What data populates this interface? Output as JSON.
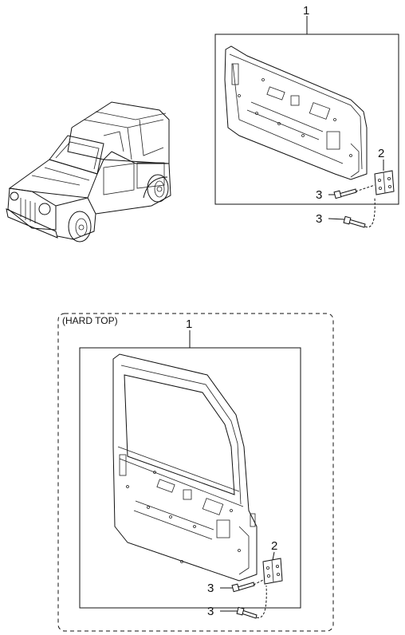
{
  "callouts": {
    "top_assembly": "1",
    "top_hinge": "2",
    "top_bolt_a": "3",
    "top_bolt_b": "3",
    "hard_top_assembly": "1",
    "hard_top_hinge": "2",
    "hard_top_bolt_a": "3",
    "hard_top_bolt_b": "3"
  },
  "hard_top_group_label": "(HARD TOP)"
}
